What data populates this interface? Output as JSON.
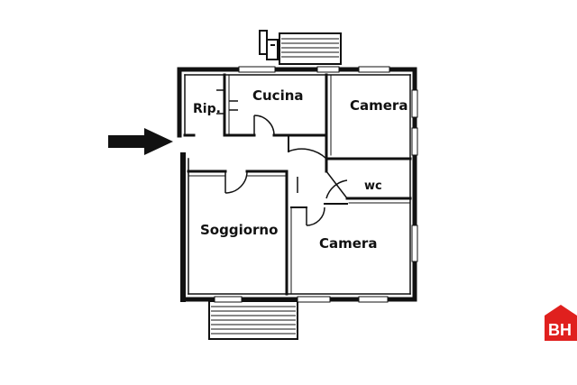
{
  "floorplan": {
    "rooms": {
      "rip": "Rip.",
      "cucina": "Cucina",
      "camera_top": "Camera",
      "wc": "wc",
      "soggiorno": "Soggiorno",
      "camera_bottom": "Camera"
    },
    "entrance_arrow": "arrow-right-icon"
  },
  "watermark": {
    "text": "BH",
    "color": "#e0201e"
  },
  "colors": {
    "wall": "#111111",
    "background": "#ffffff"
  }
}
